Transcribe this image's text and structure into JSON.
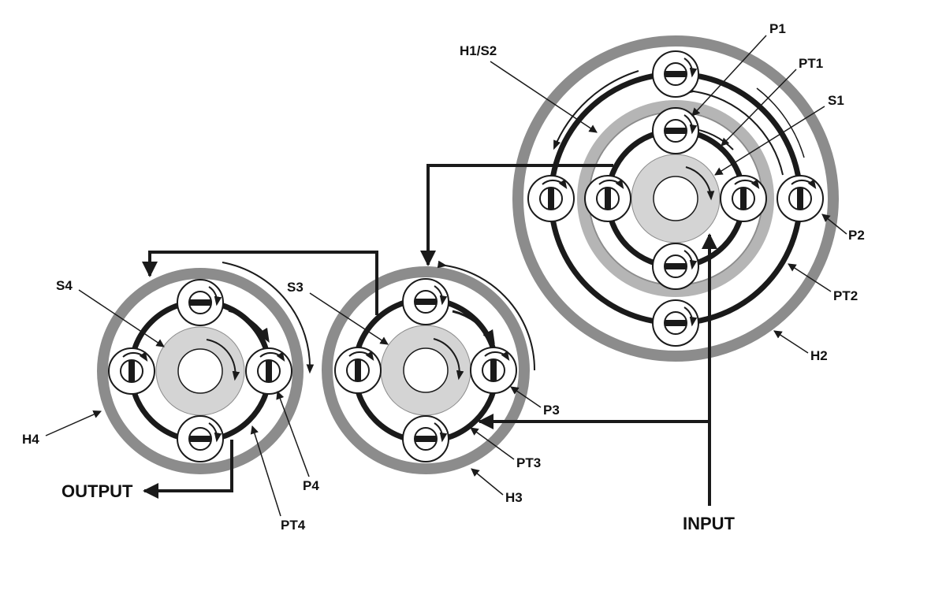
{
  "labels": {
    "p1": "P1",
    "pt1": "PT1",
    "s1": "S1",
    "h1s2": "H1/S2",
    "p2": "P2",
    "pt2": "PT2",
    "h2": "H2",
    "s3": "S3",
    "p3": "P3",
    "pt3": "PT3",
    "h3": "H3",
    "s4": "S4",
    "p4": "P4",
    "pt4": "PT4",
    "h4": "H4",
    "input": "INPUT",
    "output": "OUTPUT"
  },
  "colors": {
    "ink": "#1a1a1a",
    "housing_gray": "#8c8c8c",
    "inner_gray": "#b5b5b5",
    "sun_gray": "#d4d4d4",
    "paper": "#ffffff"
  }
}
